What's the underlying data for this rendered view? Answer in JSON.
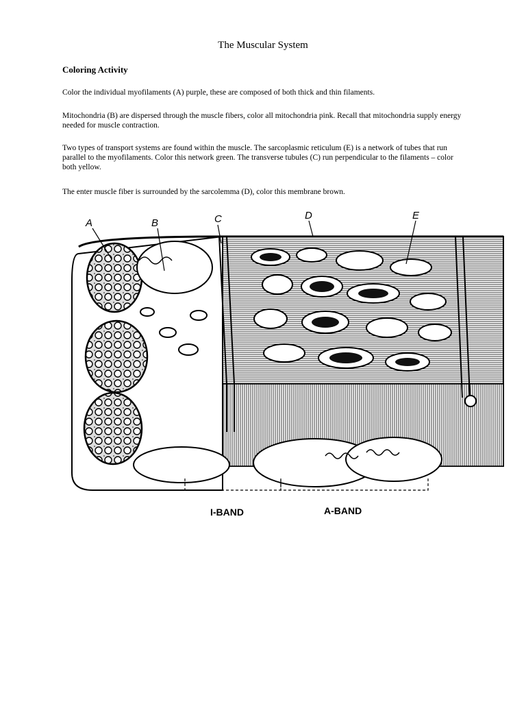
{
  "document": {
    "title": "The Muscular System",
    "heading": "Coloring Activity",
    "paragraphs": [
      "Color the individual myofilaments (A) purple, these are composed of both thick and thin filaments.",
      "Mitochondria (B) are dispersed through the muscle fibers, color all mitochondria pink.  Recall that mitochondria supply energy needed for muscle contraction.",
      "Two types of transport systems are found within the muscle.  The sarcoplasmic reticulum (E) is a network of tubes that run parallel to the myofilaments. Color this network green.   The transverse tubules (C) run perpendicular to the filaments – color both yellow.",
      "The enter muscle fiber is surrounded by the sarcolemma (D), color this membrane brown."
    ]
  },
  "figure": {
    "labels": {
      "a": "A",
      "b": "B",
      "c": "C",
      "d": "D",
      "e": "E"
    },
    "bands": {
      "i_band": "I-BAND",
      "a_band": "A-BAND"
    }
  }
}
